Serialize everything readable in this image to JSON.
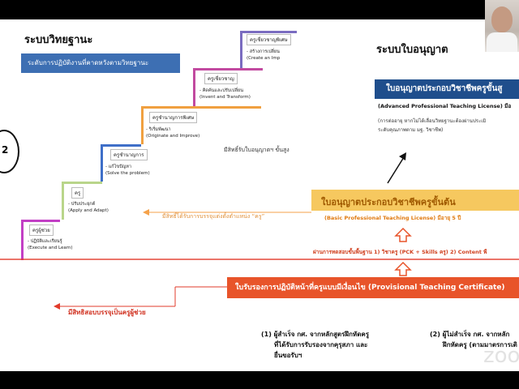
{
  "slide": {
    "left_title": "ระบบวิทยฐานะ",
    "left_subtitle": "ระดับการปฏิบัติงานที่คาดหวังตามวิทยฐานะ",
    "right_title": "ระบบใบอนุญาต",
    "badge_number": "2",
    "steps": [
      {
        "title": "ครูผู้ช่วย",
        "line1": "- ปฏิบัติและเรียนรู้",
        "line2": "(Execute and Learn)",
        "color": "#c23fc5"
      },
      {
        "title": "ครู",
        "line1": "- ปรับประยุกต์",
        "line2": "(Apply and Adapt)",
        "color": "#b9d58a"
      },
      {
        "title": "ครูชำนาญการ",
        "line1": "- แก้ไขปัญหา",
        "line2": "(Solve the problem)",
        "color": "#3f6fc8"
      },
      {
        "title": "ครูชำนาญการพิเศษ",
        "line1": "- ริเริ่มพัฒนา",
        "line2": "(Originate and Improve)",
        "color": "#f0a040"
      },
      {
        "title": "ครูเชี่ยวชาญ",
        "line1": "- คิดค้นและปรับเปลี่ยน",
        "line2": "(Invent and Transform)",
        "color": "#c24aa0"
      },
      {
        "title": "ครูเชี่ยวชาญพิเศษ",
        "line1": "- สร้างการเปลี่ยน",
        "line2": "(Create an Imp",
        "color": "#7a6cc0"
      }
    ],
    "right_of_stairs_text": "มีสิทธิ์รับใบอนุญาตฯ ขั้นสูง",
    "advanced_license_title": "ใบอนุญาตประกอบวิชาชีพครูขั้นสู",
    "advanced_license_en": "(Advanced Professional Teaching License) มีอ",
    "advanced_note_1": "(การต่ออายุ หากไม่ได้เลื่อนวิทยฐานะต้องผ่านประเมิ",
    "advanced_note_2": "ระดับคุณภาพตาม มฐ. วิชาชีพ)",
    "basic_license_title": "ใบอนุญาตประกอบวิชาชีพครูขั้นต้น",
    "basic_license_en": "(Basic Professional Teaching License) มีอายุ 5 ปี",
    "orange_arrow_text": "มีสิทธิ์ได้รับการบรรจุแต่งตั้งตำแหน่ง “ครู”",
    "exam_text": "ผ่านการทดสอบขั้นพื้นฐาน 1) วิชาครู (PCK + Skills ครู)   2) Content พื",
    "provisional_cert": "ใบรับรองการปฏิบัติหน้าที่ครูแบบมีเงื่อนไข (Provisional Teaching Certificate)",
    "assistant_eligibility": "มีสิทธิสอบบรรจุเป็นครูผู้ช่วย",
    "item1_line1": "(1) ผู้สำเร็จ กศ. จากหลักสูตรฝึกหัดครู",
    "item1_line2": "ที่ได้รับการรับรองจากคุรุสภา และ",
    "item1_line3": "ยื่นขอรับฯ",
    "item2_line1": "(2) ผู้ไม่สำเร็จ กศ. จากหลัก",
    "item2_line2": "ฝึกหัดครู (ตามมาตรการเติ",
    "watermark": "zoo"
  },
  "colors": {
    "title_blue_box": "#3d6fb3",
    "advanced_box": "#1f4e8c",
    "basic_bar": "#f6c85f",
    "basic_text": "#e07a10",
    "provisional_box": "#e8542a",
    "red_line": "#e23b2b",
    "orange_arrow": "#f5a24a"
  }
}
